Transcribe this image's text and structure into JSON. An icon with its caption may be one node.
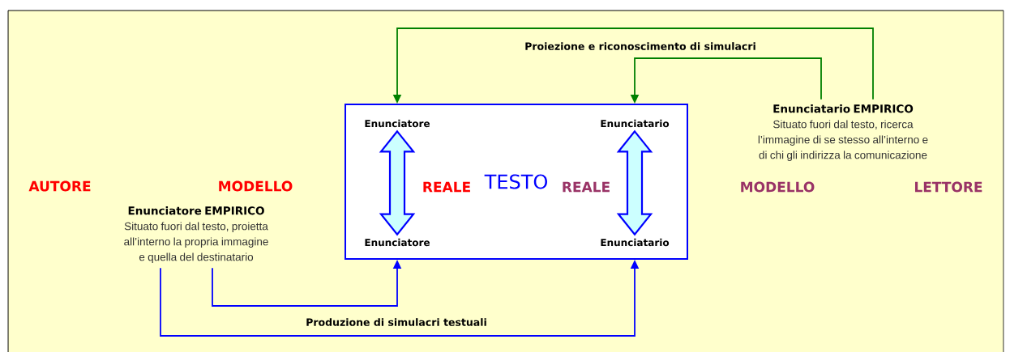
{
  "diagram": {
    "nodes": [
      {
        "text": [
          "TESTO"
        ]
      },
      {
        "text": [
          "Enunciatore"
        ],
        "in": 0
      },
      {
        "text": [
          "Enunciatario"
        ],
        "in": 0
      },
      {
        "text": [
          "Enunciatore"
        ],
        "in": 0
      },
      {
        "text": [
          "Enunciatario"
        ],
        "in": 0
      },
      {
        "text": [
          "Enunciatore EMPIRICO",
          "Situato fuori dal testo, proietta all’interno la propria immagine e quella del destinatario"
        ]
      },
      {
        "text": [
          "Enunciatario EMPIRICO",
          "Situato fuori dal testo, ricerca l’immagine di se stesso all’interno e di chi gli indirizza la comunicazione"
        ]
      }
    ],
    "edges": [
      {
        "from": 5,
        "to": 3,
        "arrow": "to",
        "color": "#0000ff"
      },
      {
        "from": 5,
        "to": 4,
        "arrow": "to",
        "color": "#0000ff",
        "label": "Produzione di simulacri testuali"
      },
      {
        "from": 6,
        "to": 1,
        "arrow": "to",
        "color": "#008000",
        "label": "Proiezione e riconoscimento di simulacri"
      },
      {
        "from": 6,
        "to": 2,
        "arrow": "to",
        "color": "#008000"
      },
      {
        "from": 1,
        "to": 3,
        "arrow": "both",
        "style": "thick",
        "color": "#0000ff"
      },
      {
        "from": 2,
        "to": 4,
        "arrow": "both",
        "style": "thick",
        "color": "#0000ff"
      }
    ],
    "labels": [
      "AUTORE",
      "MODELLO",
      "REALE",
      "REALE",
      "MODELLO",
      "LETTORE"
    ]
  }
}
